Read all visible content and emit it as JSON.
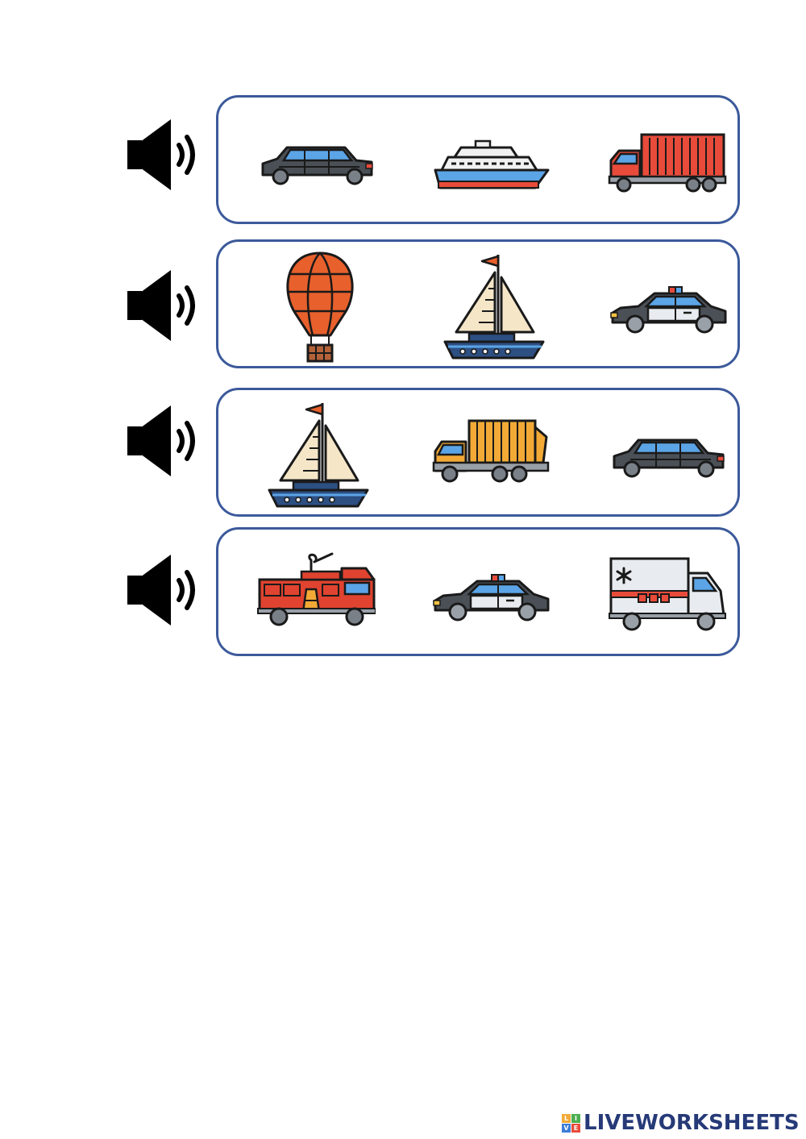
{
  "rows": [
    {
      "options": [
        "limousine-icon",
        "cruise-ship-icon",
        "container-truck-icon"
      ]
    },
    {
      "options": [
        "hot-air-balloon-icon",
        "sailboat-icon",
        "police-car-icon"
      ]
    },
    {
      "options": [
        "sailboat-icon",
        "garbage-truck-icon",
        "limousine-icon"
      ]
    },
    {
      "options": [
        "fire-truck-icon",
        "police-car-icon",
        "ambulance-icon"
      ]
    }
  ],
  "brand": {
    "name": "LIVEWORKSHEETS",
    "logo_letters": [
      "L",
      "I",
      "V",
      "E"
    ]
  },
  "colors": {
    "box_border": "#3c5a9b",
    "brand_text": "#263a78"
  }
}
